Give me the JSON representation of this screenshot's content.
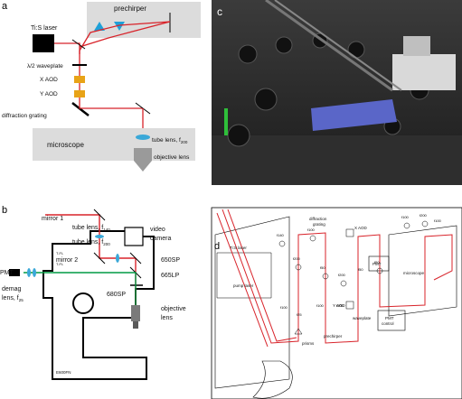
{
  "panel_a": {
    "letter": "a",
    "laser": "Ti:S laser",
    "prechirper": "prechirper",
    "waveplate": "λ/2 waveplate",
    "x_aod": "X AOD",
    "y_aod": "Y AOD",
    "grating": "diffraction grating",
    "microscope": "microscope",
    "tube_lens": "tube lens, f",
    "tube_lens_sub": "200",
    "objective": "objective lens"
  },
  "panel_b": {
    "letter": "b",
    "mirror1": "mirror 1",
    "tube_lens_140": "tube lens, f",
    "tube_lens_140_sub": "140",
    "tube_lens_200": "tube lens, f",
    "tube_lens_200_sub": "200",
    "video_camera_1": "video",
    "video_camera_2": "camera",
    "mirror2": "mirror 2",
    "sp650": "650SP",
    "lp665": "665LP",
    "sp680": "680SP",
    "pmt": "PMT",
    "demag_1": "demag",
    "demag_2": "lens, f",
    "demag_sub": "25",
    "objective_1": "objective",
    "objective_2": "lens",
    "model": "E600FN",
    "port_label": "T-FL",
    "port_label2": "T-FL"
  },
  "panel_c": {
    "letter": "c"
  },
  "panel_d": {
    "letter": "d",
    "laser": "Ti:S laser",
    "pump": "pump laser",
    "grating_1": "diffraction",
    "grating_2": "grating",
    "x_aod": "X AOD",
    "y_aod": "Y AOD",
    "pmt": "PMT",
    "pmt_control_1": "PMT",
    "pmt_control_2": "control",
    "microscope": "microscope",
    "prechirper": "prechirper",
    "prism": "prisms",
    "waveplate": "waveplate",
    "lens_labels": [
      "f140",
      "f200",
      "f100",
      "f50",
      "f200",
      "f50",
      "f200",
      "f100",
      "f100",
      "f200",
      "f50",
      "f100",
      "f25",
      "f100"
    ]
  },
  "colors": {
    "beam": "#d8232a",
    "fluor": "#009a44",
    "aod": "#e8a317",
    "lens": "#3aa8d8",
    "scope_box": "#dcdcdc",
    "objective": "#9a9a9a"
  }
}
